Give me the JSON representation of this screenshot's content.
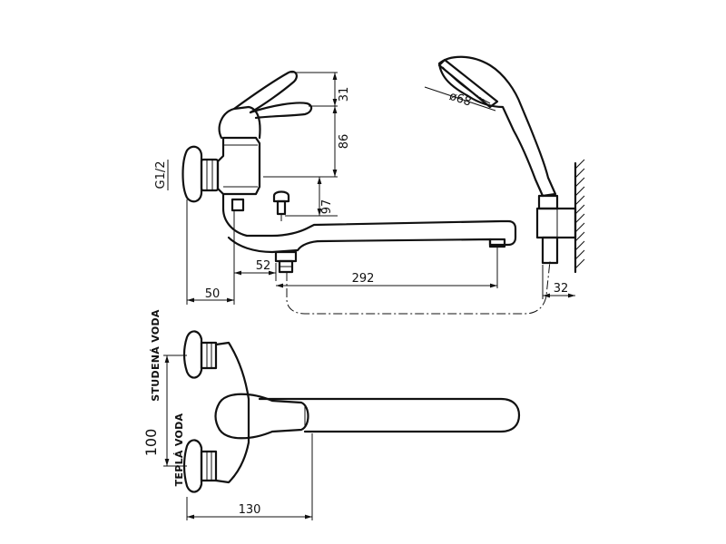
{
  "dimensions": {
    "d31": "31",
    "d86": "86",
    "d97": "97",
    "d52": "52",
    "d292": "292",
    "d50": "50",
    "d32": "32",
    "d130": "130",
    "d100": "100",
    "thread": "G1/2",
    "head_dia": "ø68"
  },
  "labels": {
    "cold": "STUDENÁ VODA",
    "hot": "TEPLÁ VODA"
  }
}
